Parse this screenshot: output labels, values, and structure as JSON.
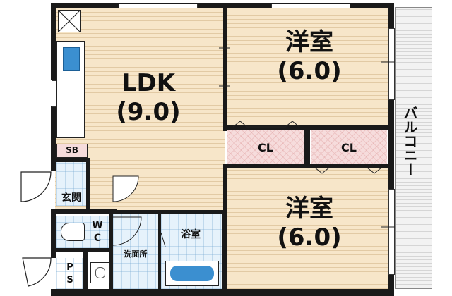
{
  "rooms": {
    "ldk": {
      "name": "LDK",
      "size": "(9.0)"
    },
    "western_room_1": {
      "name": "洋室",
      "size": "(6.0)"
    },
    "western_room_2": {
      "name": "洋室",
      "size": "(6.0)"
    }
  },
  "labels": {
    "closet_1": "CL",
    "closet_2": "CL",
    "balcony": "バルコニー",
    "shoe_box": "SB",
    "entrance": "玄関",
    "toilet_top": "W",
    "toilet_bottom": "C",
    "bathroom": "浴室",
    "washroom": "洗面所",
    "pipe_space_top": "P",
    "pipe_space_bottom": "S"
  },
  "colors": {
    "wall": "#1a1a1a",
    "wood_floor": "#f7e6c9",
    "closet_floor": "#f6dcdc",
    "wet_area_floor": "#e6f2fb",
    "fixture_blue": "#3b8fd0"
  }
}
